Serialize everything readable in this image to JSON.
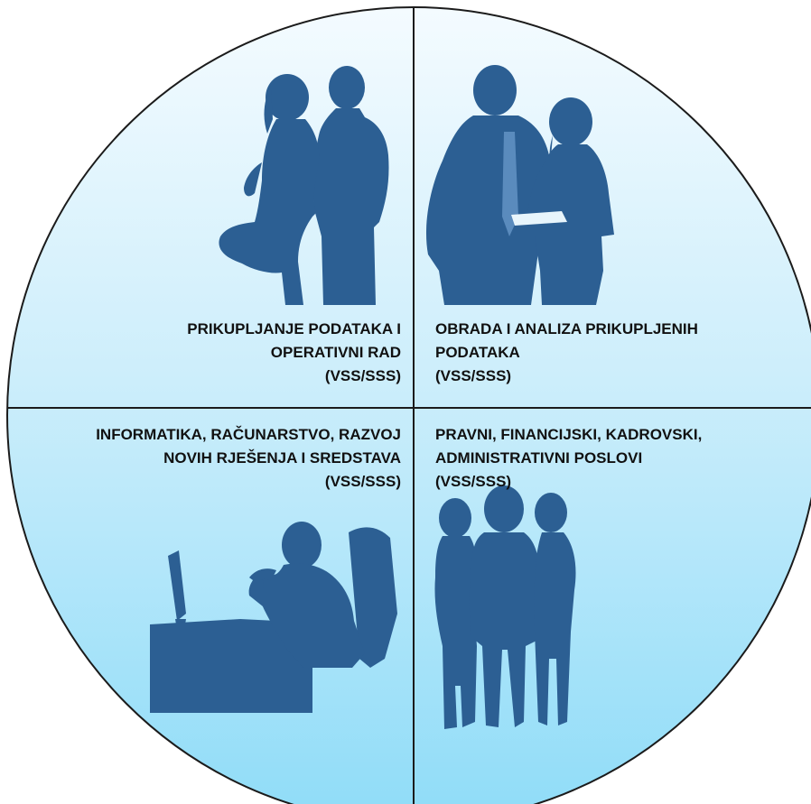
{
  "colors": {
    "circle_top": "#f4fbff",
    "circle_bottom": "#8fdcf8",
    "outline": "#1b1b1b",
    "silhouette": "#2c5f93"
  },
  "quadrants": {
    "top_left": {
      "icon": "couple-back-to-back-silhouette-icon",
      "line1": "PRIKUPLJANJE PODATAKA I",
      "line2": "OPERATIVNI RAD",
      "line3": "(VSS/SSS)"
    },
    "top_right": {
      "icon": "business-meeting-silhouette-icon",
      "line1": "OBRADA I ANALIZA PRIKUPLJENIH",
      "line2": "PODATAKA",
      "line3": "(VSS/SSS)"
    },
    "bottom_left": {
      "icon": "person-at-computer-desk-silhouette-icon",
      "line1": "INFORMATIKA, RAČUNARSTVO, RAZVOJ",
      "line2": "NOVIH RJEŠENJA I SREDSTAVA",
      "line3": "(VSS/SSS)"
    },
    "bottom_right": {
      "icon": "group-of-three-people-silhouette-icon",
      "line1": "PRAVNI, FINANCIJSKI, KADROVSKI,",
      "line2": "ADMINISTRATIVNI POSLOVI",
      "line3": "(VSS/SSS)"
    }
  }
}
